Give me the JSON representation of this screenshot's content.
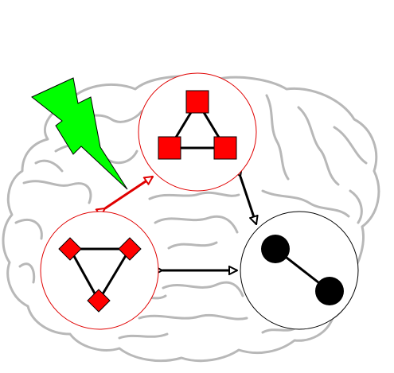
{
  "diagram": {
    "colors": {
      "background": "#ffffff",
      "brain_outline": "#b8b8b8",
      "bolt_fill": "#00ff00",
      "bolt_stroke": "#000000",
      "node_fill": "#ff0000",
      "node_stroke": "#000000",
      "edge": "#000000",
      "top_module_circle": "#e00000",
      "left_module_circle": "#e00000",
      "right_module_circle": "#000000",
      "red_arrow": "#e00000",
      "black_arrow": "#000000",
      "dark_node_fill": "#000000"
    },
    "icons": {
      "brain": "brain-icon",
      "lightning": "lightning-bolt-icon"
    },
    "modules": [
      {
        "id": "top",
        "node_shape": "square",
        "node_count": 3,
        "edge_count": 3,
        "topology": "triangle"
      },
      {
        "id": "left",
        "node_shape": "diamond",
        "node_count": 3,
        "edge_count": 3,
        "topology": "triangle"
      },
      {
        "id": "right",
        "node_shape": "circle",
        "node_count": 2,
        "edge_count": 1,
        "topology": "pair"
      }
    ],
    "connections": [
      {
        "from": "left",
        "to": "top",
        "style": "red",
        "direction": "bidirectional"
      },
      {
        "from": "top",
        "to": "right",
        "style": "black",
        "direction": "bidirectional"
      },
      {
        "from": "left",
        "to": "right",
        "style": "black",
        "direction": "bidirectional"
      }
    ]
  }
}
